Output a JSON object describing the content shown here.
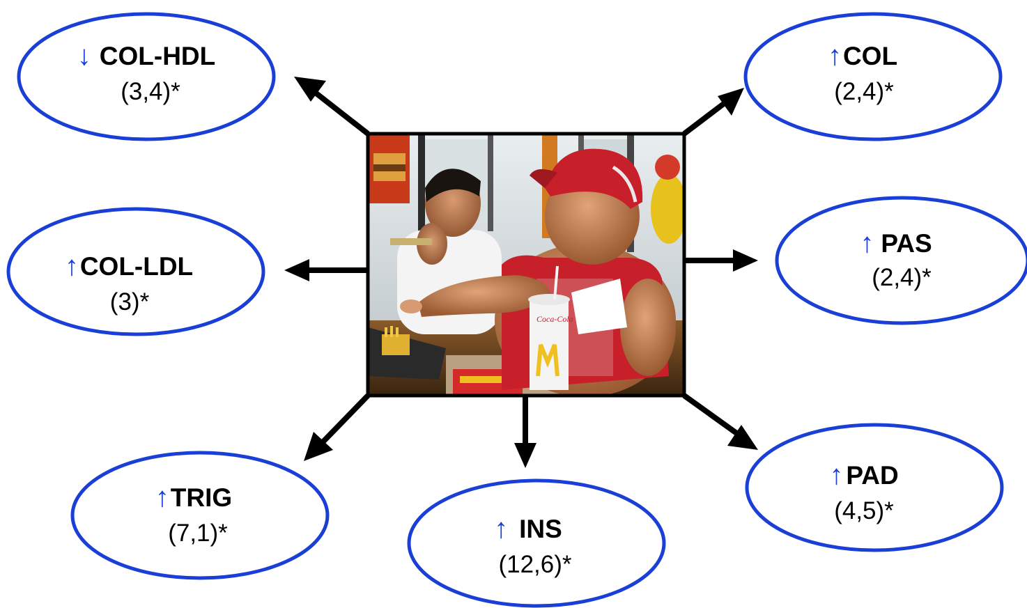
{
  "colors": {
    "ellipse_stroke": "#1a3fd6",
    "indicator": "#1a3fd6",
    "arrow": "#000000",
    "photo_frame": "#000000"
  },
  "photo": {
    "description_icon": "fast-food-children-photo",
    "cup_logo_text": "Coca-Cola"
  },
  "nodes": {
    "col_hdl": {
      "indicator": "↓",
      "name": "COL-HDL",
      "value": "(3,4)*"
    },
    "col": {
      "indicator": "↑",
      "name": "COL",
      "value": "(2,4)*"
    },
    "col_ldl": {
      "indicator": "↑",
      "name": "COL-LDL",
      "value": "(3)*"
    },
    "pas": {
      "indicator": "↑",
      "name": "PAS",
      "value": "(2,4)*"
    },
    "trig": {
      "indicator": "↑",
      "name": "TRIG",
      "value": "(7,1)*"
    },
    "ins": {
      "indicator": "↑",
      "name": "INS",
      "value": "(12,6)*"
    },
    "pad": {
      "indicator": "↑",
      "name": "PAD",
      "value": "(4,5)*"
    }
  }
}
